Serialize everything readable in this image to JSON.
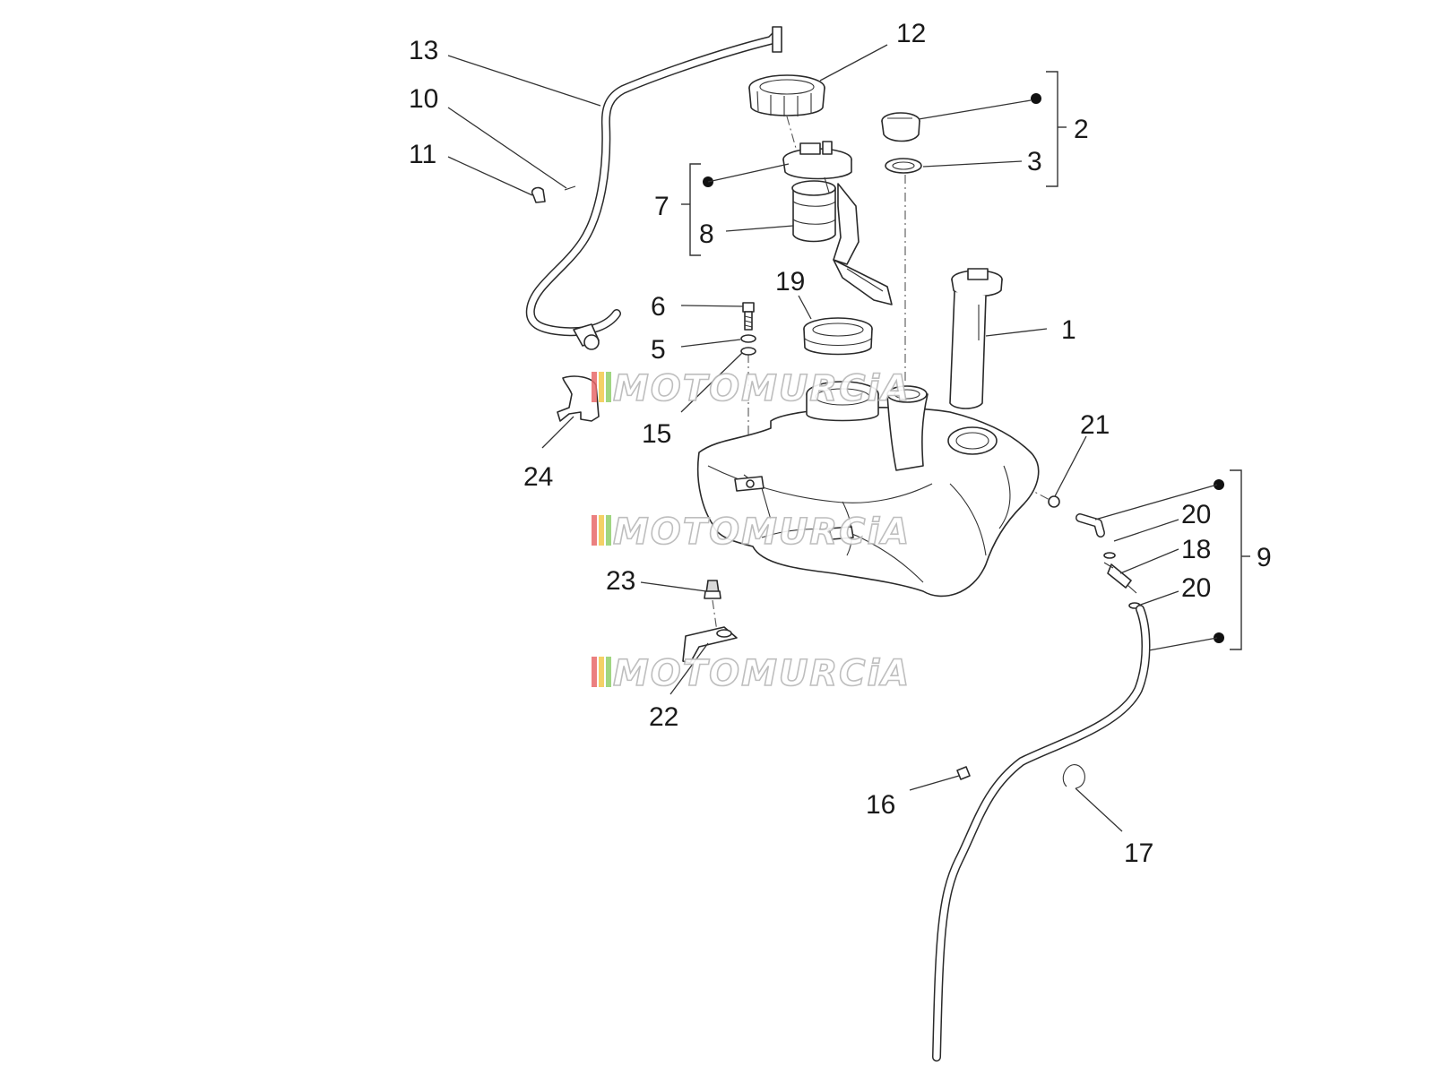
{
  "callouts": [
    {
      "id": "1",
      "text": "1"
    },
    {
      "id": "2",
      "text": "2"
    },
    {
      "id": "3",
      "text": "3"
    },
    {
      "id": "5",
      "text": "5"
    },
    {
      "id": "6",
      "text": "6"
    },
    {
      "id": "7",
      "text": "7"
    },
    {
      "id": "8",
      "text": "8"
    },
    {
      "id": "9",
      "text": "9"
    },
    {
      "id": "10",
      "text": "10"
    },
    {
      "id": "11",
      "text": "11"
    },
    {
      "id": "12",
      "text": "12"
    },
    {
      "id": "13",
      "text": "13"
    },
    {
      "id": "15",
      "text": "15"
    },
    {
      "id": "16",
      "text": "16"
    },
    {
      "id": "17",
      "text": "17"
    },
    {
      "id": "18",
      "text": "18"
    },
    {
      "id": "19",
      "text": "19"
    },
    {
      "id": "20a",
      "text": "20"
    },
    {
      "id": "20b",
      "text": "20"
    },
    {
      "id": "21",
      "text": "21"
    },
    {
      "id": "22",
      "text": "22"
    },
    {
      "id": "23",
      "text": "23"
    },
    {
      "id": "24",
      "text": "24"
    }
  ],
  "watermark": {
    "text": "MOTOMURCiA",
    "stripe_colors": [
      "#e86a6a",
      "#f2c94c",
      "#8fcf6b"
    ]
  },
  "colors": {
    "line": "#2a2a2a",
    "background": "#ffffff"
  }
}
